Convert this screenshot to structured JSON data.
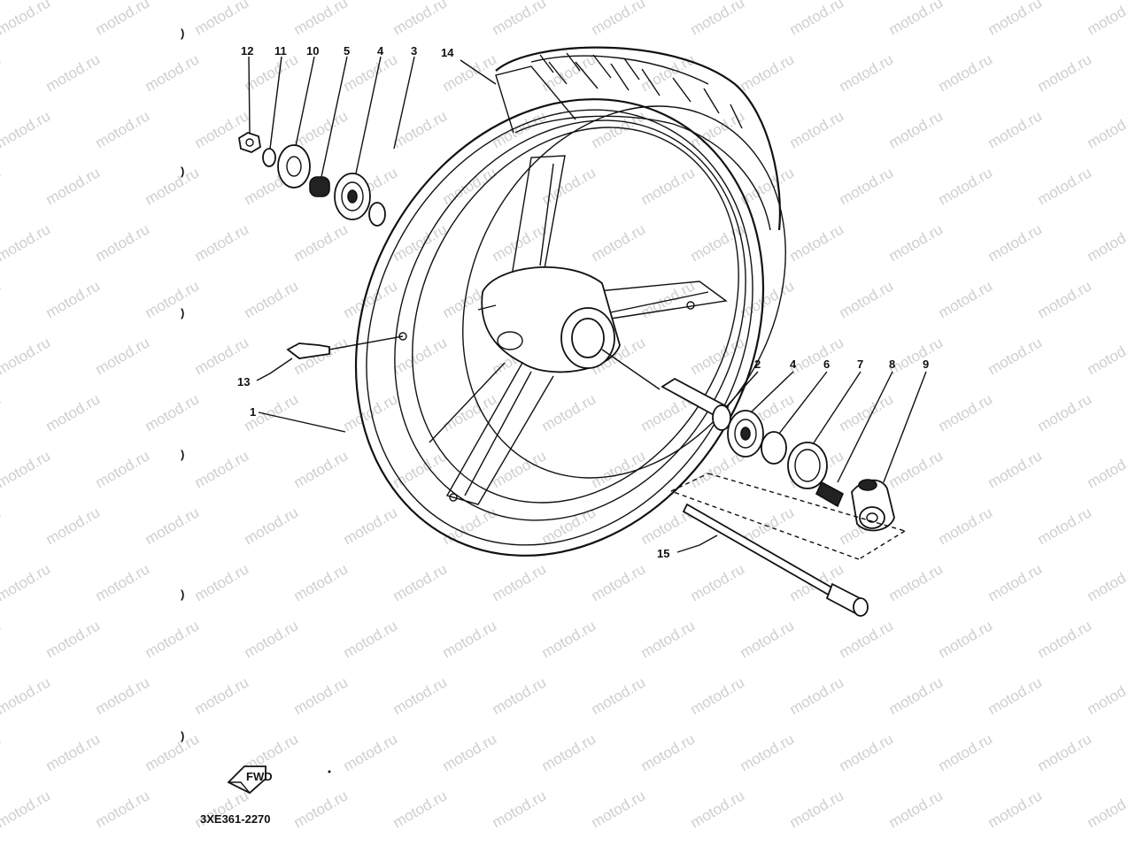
{
  "watermark": "motod.ru",
  "diagram_code": "3XE361-2270",
  "fwd_label": "FWD",
  "callouts": [
    {
      "id": "c12",
      "text": "12"
    },
    {
      "id": "c11",
      "text": "11"
    },
    {
      "id": "c10",
      "text": "10"
    },
    {
      "id": "c5",
      "text": "5"
    },
    {
      "id": "c4a",
      "text": "4"
    },
    {
      "id": "c3",
      "text": "3"
    },
    {
      "id": "c14",
      "text": "14"
    },
    {
      "id": "c13",
      "text": "13"
    },
    {
      "id": "c1",
      "text": "1"
    },
    {
      "id": "c2",
      "text": "2"
    },
    {
      "id": "c4b",
      "text": "4"
    },
    {
      "id": "c6",
      "text": "6"
    },
    {
      "id": "c7",
      "text": "7"
    },
    {
      "id": "c8",
      "text": "8"
    },
    {
      "id": "c9",
      "text": "9"
    },
    {
      "id": "c15",
      "text": "15"
    }
  ],
  "margin_marks": ")"
}
